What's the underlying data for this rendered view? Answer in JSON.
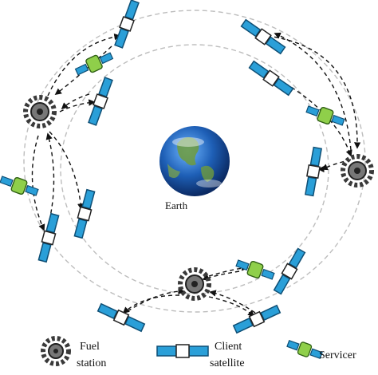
{
  "center_label": "Earth",
  "legend": {
    "fuel_station": [
      "Fuel",
      "station"
    ],
    "client_satellite": [
      "Client",
      "satellite"
    ],
    "servicer": "Servicer"
  },
  "colors": {
    "orbit": "#bdbdbd",
    "arrow": "#111111",
    "panel": "#2a9fd8",
    "panel_edge": "#0f4f75",
    "servicer_body": "#8fcf4a",
    "station": "#3a3a3a"
  },
  "icons": {
    "fuel_station": "gear-station-icon",
    "client_satellite": "satellite-icon",
    "servicer": "servicer-satellite-icon"
  }
}
